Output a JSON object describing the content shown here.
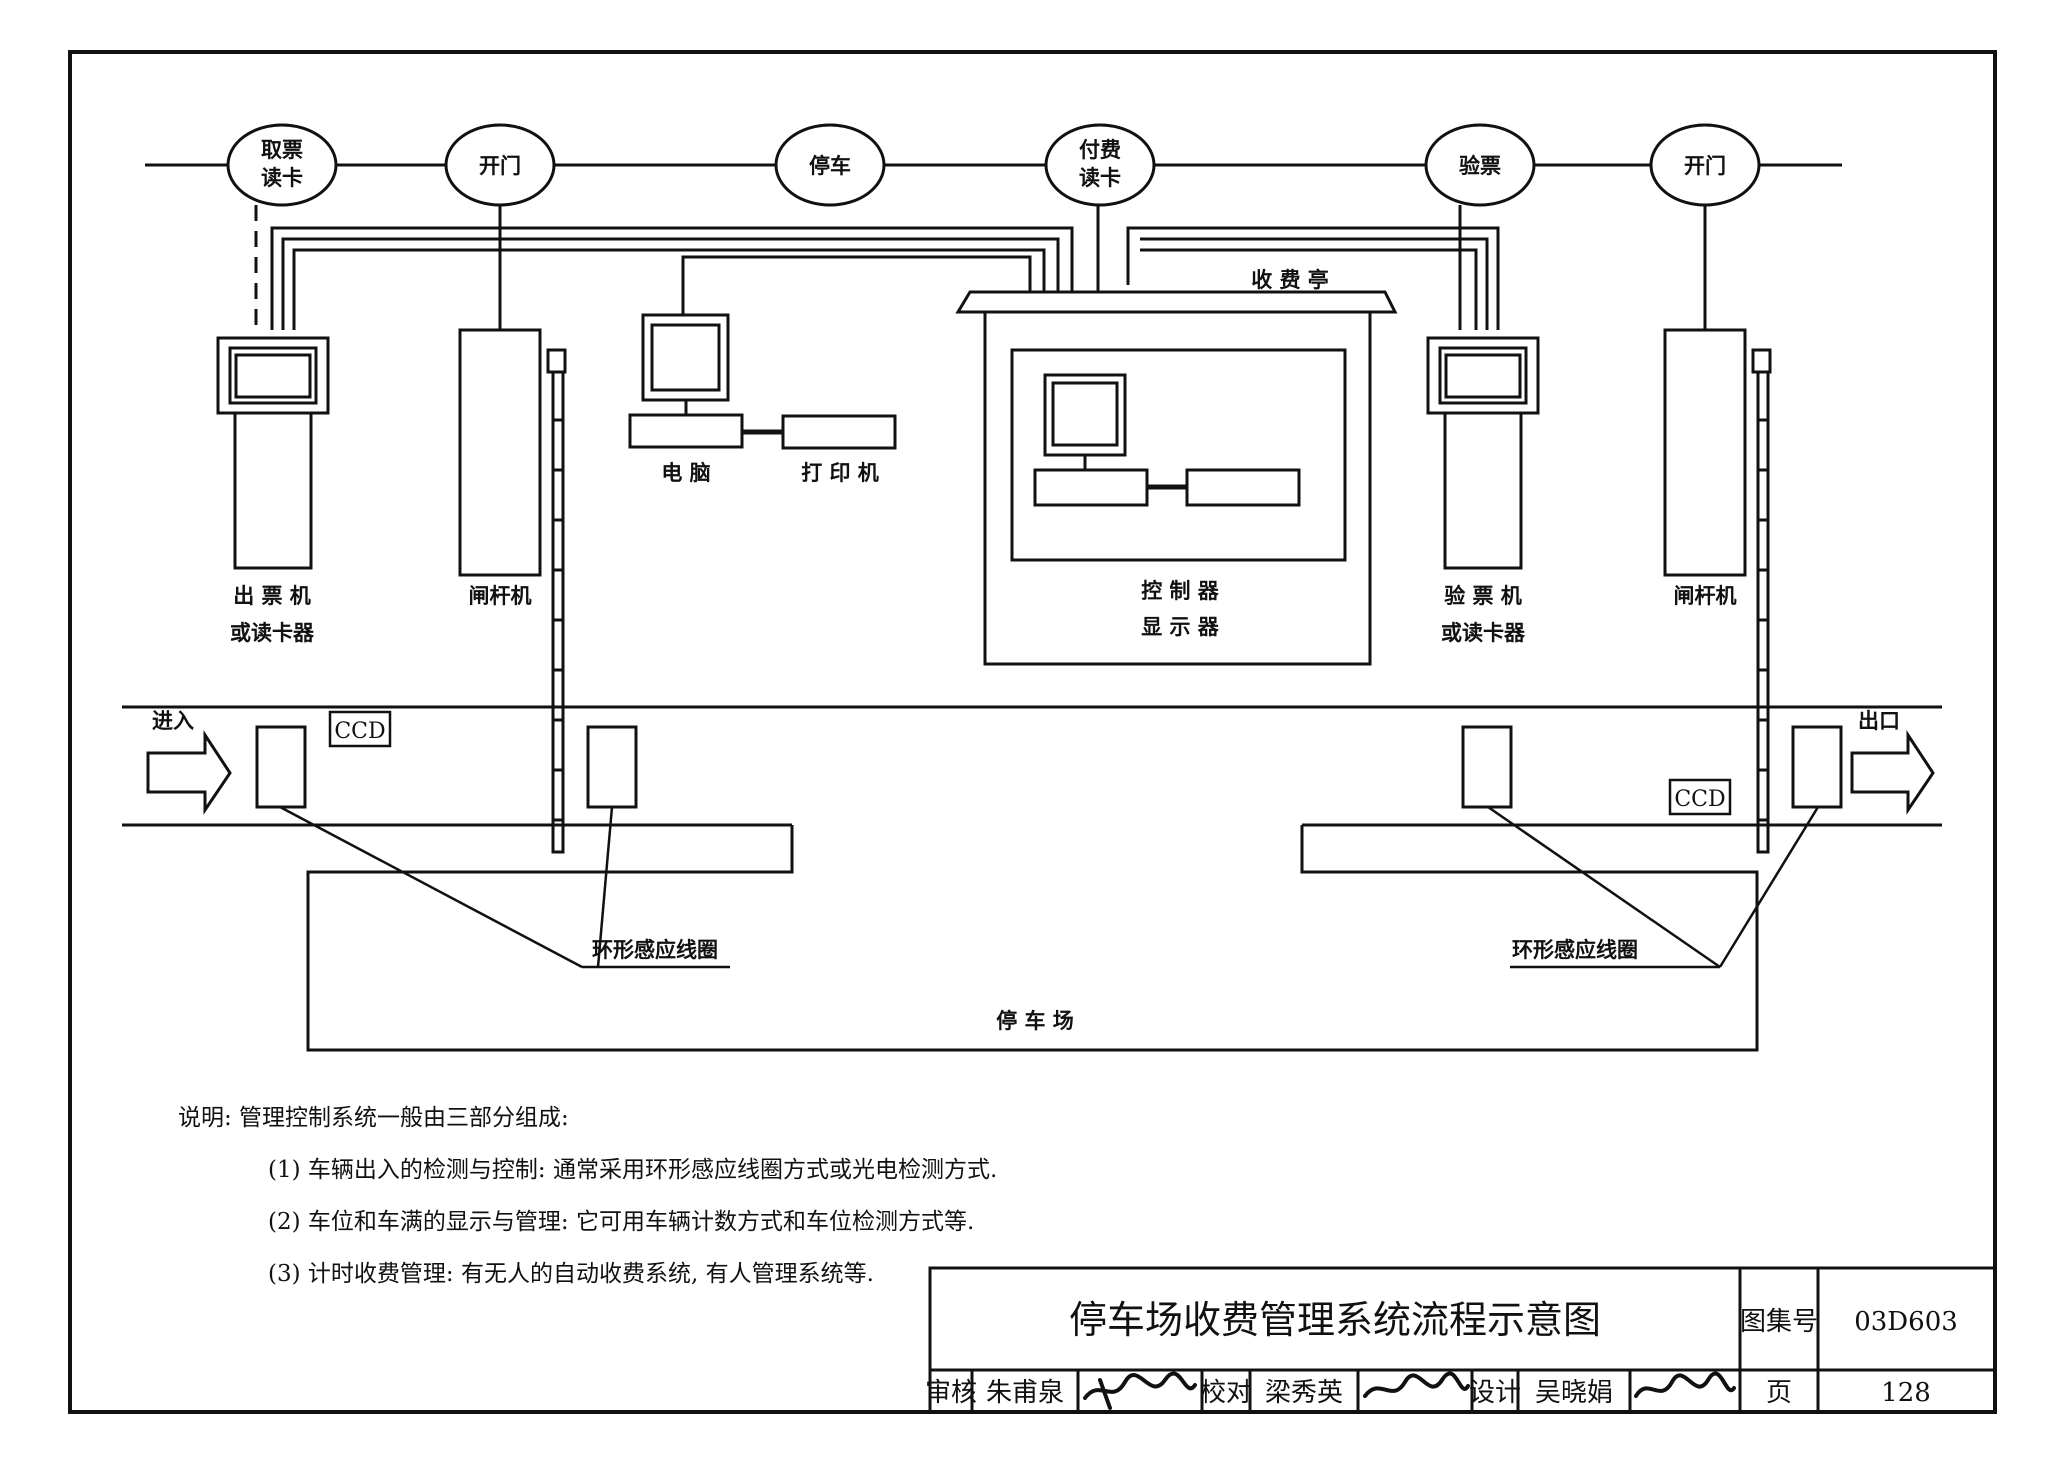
{
  "flow": {
    "nodes": [
      "取票",
      "读卡",
      "开门",
      "停车",
      "付费",
      "读卡",
      "验票",
      "开门"
    ]
  },
  "devices": {
    "ticket_machine": [
      "出 票 机",
      "或读卡器"
    ],
    "barrier_left": "闸杆机",
    "computer": "电 脑",
    "printer": "打 印 机",
    "booth_title": "收 费 亭",
    "controller": [
      "控 制 器",
      "显 示 器"
    ],
    "validator": [
      "验 票 机",
      "或读卡器"
    ],
    "barrier_right": "闸杆机"
  },
  "road": {
    "entry": "进入",
    "exit": "出口",
    "ccd_left": "CCD",
    "ccd_right": "CCD",
    "loop_left": "环形感应线圈",
    "loop_right": "环形感应线圈",
    "parking_lot": "停 车 场"
  },
  "notes": {
    "heading": "说明: 管理控制系统一般由三部分组成:",
    "items": [
      "(1)  车辆出入的检测与控制: 通常采用环形感应线圈方式或光电检测方式.",
      "(2)  车位和车满的显示与管理: 它可用车辆计数方式和车位检测方式等.",
      "(3)  计时收费管理: 有无人的自动收费系统, 有人管理系统等."
    ]
  },
  "title_block": {
    "title": "停车场收费管理系统流程示意图",
    "atlas_label": "图集号",
    "atlas_no": "03D603",
    "review_label": "审核",
    "reviewer": "朱甫泉",
    "check_label": "校对",
    "checker": "梁秀英",
    "design_label": "设计",
    "designer": "吴晓娟",
    "page_label": "页",
    "page_no": "128"
  }
}
